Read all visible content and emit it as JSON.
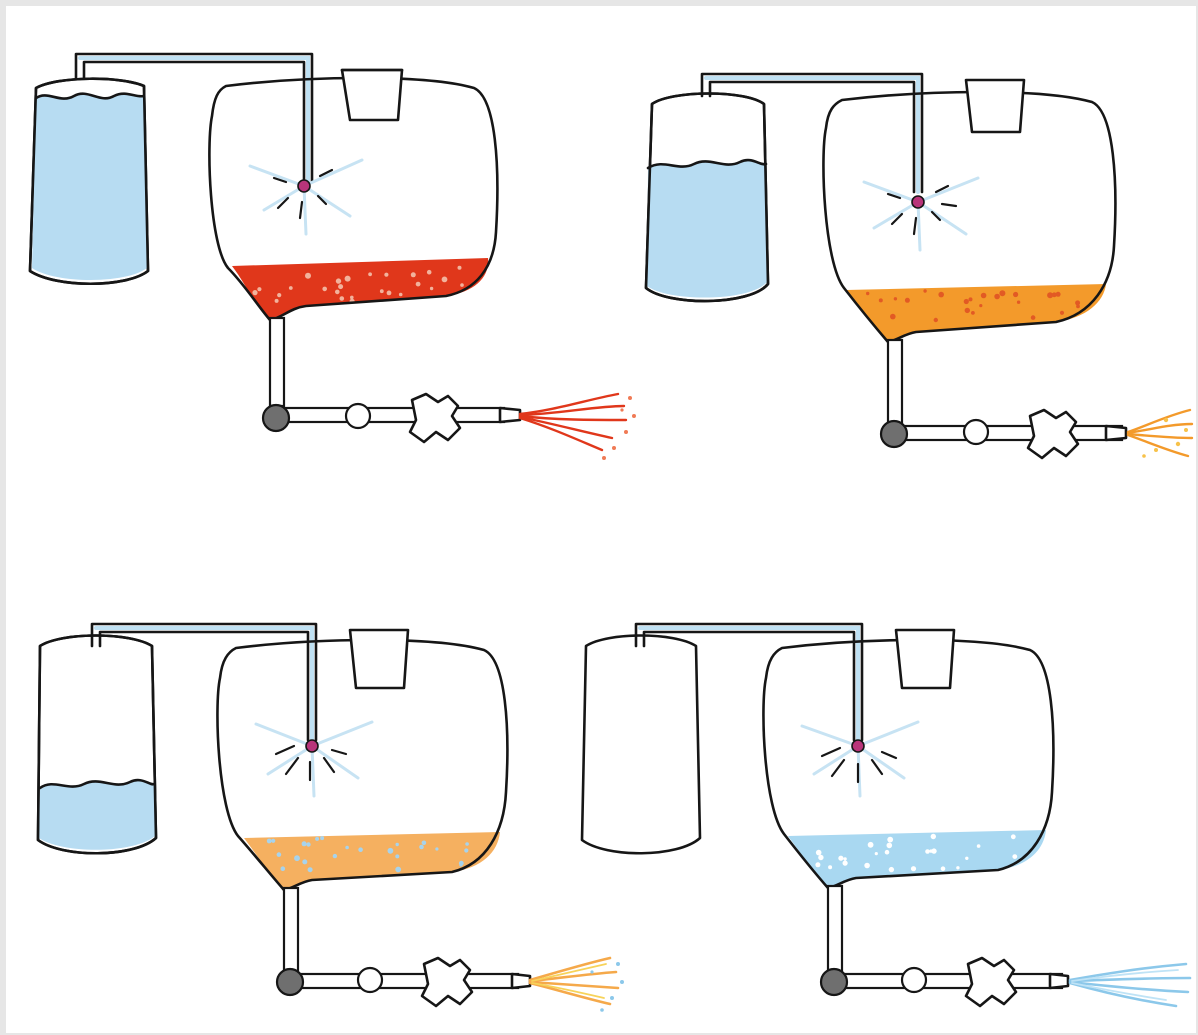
{
  "figure": {
    "panels": [
      {
        "id": "panel-1",
        "water_level": 0.95,
        "mixture_color": "#e0371b",
        "mixture_dots": "#f2b29c",
        "spray_colors": [
          "#e0371b",
          "#f07a55"
        ],
        "spark_color": "#b8347a"
      },
      {
        "id": "panel-2",
        "water_level": 0.62,
        "mixture_color": "#f39a2b",
        "mixture_dots": "#e25a24",
        "spray_colors": [
          "#f39a2b",
          "#f7c24a"
        ],
        "spark_color": "#b8347a"
      },
      {
        "id": "panel-3",
        "water_level": 0.32,
        "mixture_color": "#f5b060",
        "mixture_dots": "#a7d3ec",
        "spray_colors": [
          "#f5a94a",
          "#f7d35a",
          "#8cc8ea"
        ],
        "spark_color": "#b8347a"
      },
      {
        "id": "panel-4",
        "water_level": 0.0,
        "mixture_color": "#a9d8f1",
        "mixture_dots": "#ffffff",
        "spray_colors": [
          "#8cc8ea",
          "#bfe3f6"
        ],
        "spark_color": "#b8347a"
      }
    ],
    "colors": {
      "water": "#b7dcf2",
      "water_edge": "#9ccbea",
      "pipe_tint": "#bfe1f3",
      "ink": "#161616",
      "valve_ball": "#6f6f6f"
    },
    "icons": {
      "water-tank": "tank-icon",
      "mixing-chamber": "chamber-icon",
      "spark": "spark-icon",
      "pump": "pump-icon",
      "nozzle": "nozzle-icon",
      "spray": "spray-icon"
    }
  }
}
